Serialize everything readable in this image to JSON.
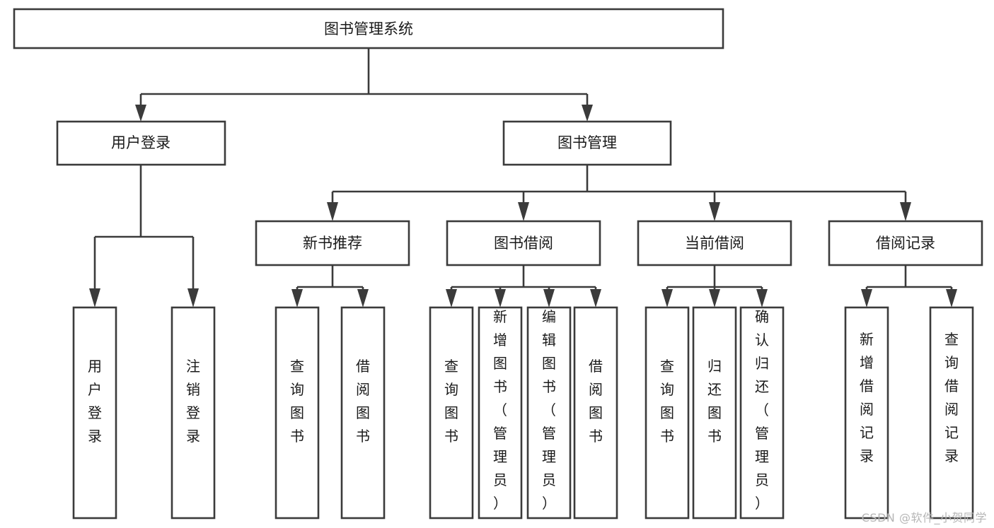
{
  "diagram": {
    "title": "图书管理系统",
    "type": "tree",
    "orientation": "top-down",
    "colors": {
      "box_stroke": "#3b3b3b",
      "box_fill": "#ffffff",
      "text": "#1a1a1a",
      "background": "#ffffff",
      "watermark": "#b6b6b6"
    },
    "root": {
      "id": "root",
      "label": "图书管理系统",
      "orientation": "horizontal"
    },
    "level2": [
      {
        "id": "user-login",
        "label": "用户登录",
        "orientation": "horizontal"
      },
      {
        "id": "book-manage",
        "label": "图书管理",
        "orientation": "horizontal"
      }
    ],
    "level3": [
      {
        "id": "new-book-recommend",
        "label": "新书推荐",
        "orientation": "horizontal",
        "parent": "book-manage"
      },
      {
        "id": "book-borrow",
        "label": "图书借阅",
        "orientation": "horizontal",
        "parent": "book-manage"
      },
      {
        "id": "current-borrow",
        "label": "当前借阅",
        "orientation": "horizontal",
        "parent": "book-manage"
      },
      {
        "id": "borrow-record",
        "label": "借阅记录",
        "orientation": "horizontal",
        "parent": "book-manage"
      }
    ],
    "leaves": [
      {
        "id": "leaf-user-login",
        "label": "用户登录",
        "orientation": "vertical",
        "parent": "user-login"
      },
      {
        "id": "leaf-user-logout",
        "label": "注销登录",
        "orientation": "vertical",
        "parent": "user-login"
      },
      {
        "id": "leaf-query-book-1",
        "label": "查询图书",
        "orientation": "vertical",
        "parent": "new-book-recommend"
      },
      {
        "id": "leaf-borrow-book-1",
        "label": "借阅图书",
        "orientation": "vertical",
        "parent": "new-book-recommend"
      },
      {
        "id": "leaf-query-book-2",
        "label": "查询图书",
        "orientation": "vertical",
        "parent": "book-borrow"
      },
      {
        "id": "leaf-add-book",
        "label": "新增图书（管理员）",
        "orientation": "vertical",
        "parent": "book-borrow"
      },
      {
        "id": "leaf-edit-book",
        "label": "编辑图书（管理员）",
        "orientation": "vertical",
        "parent": "book-borrow"
      },
      {
        "id": "leaf-borrow-book-2",
        "label": "借阅图书",
        "orientation": "vertical",
        "parent": "book-borrow"
      },
      {
        "id": "leaf-query-book-3",
        "label": "查询图书",
        "orientation": "vertical",
        "parent": "current-borrow"
      },
      {
        "id": "leaf-return-book",
        "label": "归还图书",
        "orientation": "vertical",
        "parent": "current-borrow"
      },
      {
        "id": "leaf-confirm-return",
        "label": "确认归还（管理员）",
        "orientation": "vertical",
        "parent": "current-borrow"
      },
      {
        "id": "leaf-add-record",
        "label": "新增借阅记录",
        "orientation": "vertical",
        "parent": "borrow-record"
      },
      {
        "id": "leaf-query-record",
        "label": "查询借阅记录",
        "orientation": "vertical",
        "parent": "borrow-record"
      }
    ]
  },
  "watermark": {
    "text": "CSDN @软件_小贺同学"
  }
}
